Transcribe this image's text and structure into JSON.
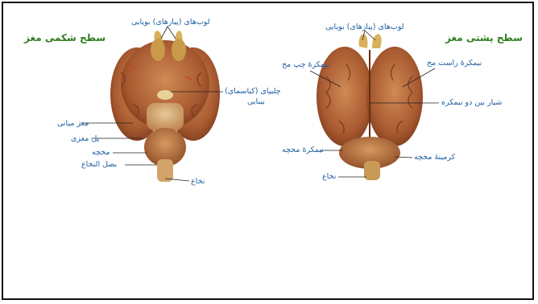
{
  "ventral_view": {
    "title": "سطح شکمی مغز",
    "labels": {
      "olfactory": "لوب‌های (پیازهای) بویایی",
      "optic_chiasm_line1": "چلیپای (کیاسمای)",
      "optic_chiasm_line2": "بینایی",
      "midbrain": "مغز میانی",
      "pons": "پل مغزی",
      "cerebellum": "مخچه",
      "medulla": "بصل النخاع",
      "spinal_cord": "نخاع"
    }
  },
  "dorsal_view": {
    "title": "سطح پشتی مغز",
    "labels": {
      "olfactory": "لوب‌های (پیازهای) بویایی",
      "left_hemisphere": "نیمکرهٔ چپ مخ",
      "right_hemisphere": "نیمکرهٔ راست مخ",
      "fissure": "شیار بین دو نیمکره",
      "cerebellar_hemisphere": "نیمکرهٔ مخچه",
      "vermis": "کرمینهٔ مخچه",
      "spinal_cord": "نخاع"
    }
  },
  "colors": {
    "title": "#2e7d1e",
    "label": "#1f5fa0",
    "brain": "#b8693a",
    "bulb": "#d9b15a"
  }
}
